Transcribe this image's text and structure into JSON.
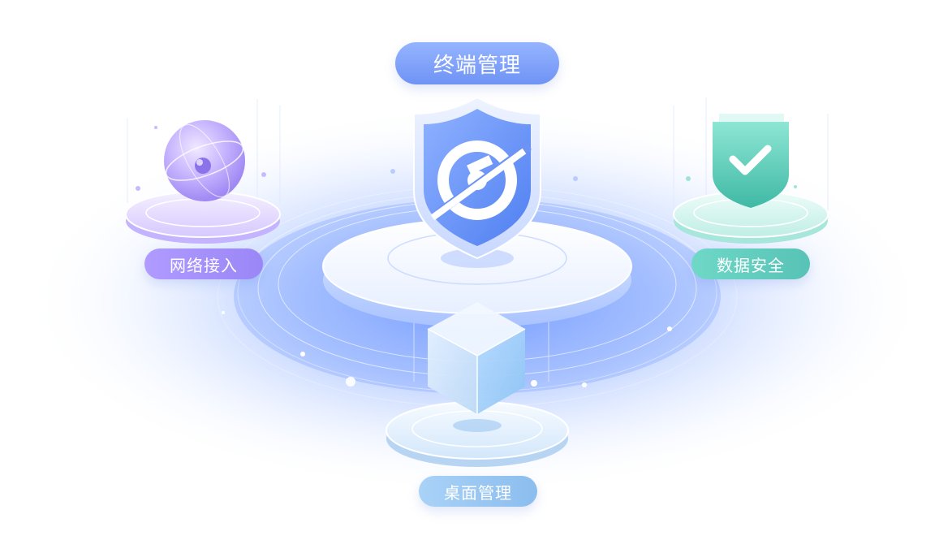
{
  "labels": {
    "terminal_management": "终端管理",
    "network_access": "网络接入",
    "data_security": "数据安全",
    "desktop_management": "桌面管理"
  },
  "colors": {
    "terminal": "#7f9ff8",
    "network": "#a592fb",
    "data": "#62cfc0",
    "desktop": "#99c7f2",
    "glow": "#5b8cff"
  },
  "icons": {
    "center": "shield-gear-icon",
    "left": "globe-orbit-icon",
    "right": "shield-check-icon",
    "bottom": "cube-icon"
  }
}
